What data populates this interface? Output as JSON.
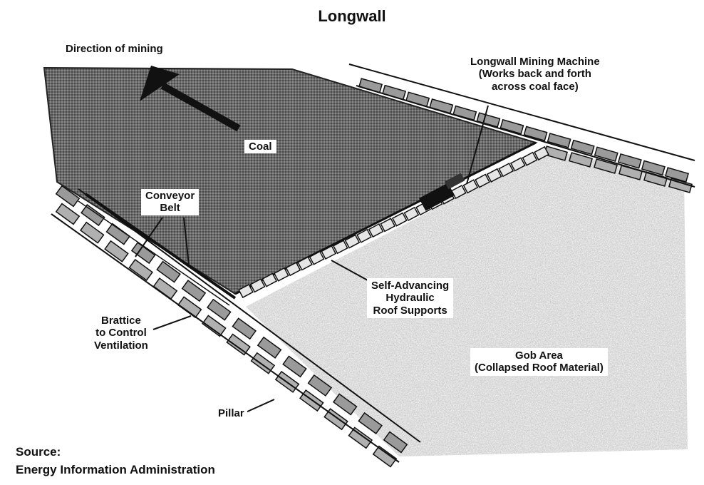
{
  "title": "Longwall",
  "labels": {
    "direction": "Direction of mining",
    "machine": [
      "Longwall Mining Machine",
      "(Works back and forth",
      "across coal face)"
    ],
    "coal": "Coal",
    "conveyor": [
      "Conveyor",
      "Belt"
    ],
    "supports": [
      "Self-Advancing",
      "Hydraulic",
      "Roof Supports"
    ],
    "brattice": [
      "Brattice",
      "to Control",
      "Ventilation"
    ],
    "gob": [
      "Gob Area",
      "(Collapsed Roof Material)"
    ],
    "pillar": "Pillar"
  },
  "source": [
    "Source:",
    "Energy Information Administration"
  ]
}
